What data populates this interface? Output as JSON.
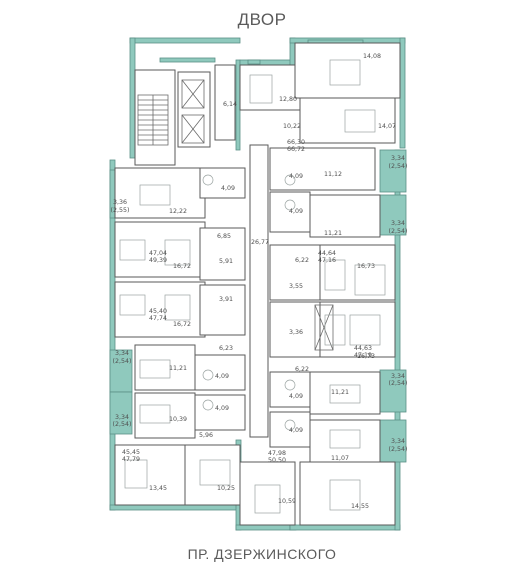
{
  "top_label": "ДВОР",
  "bottom_label": "ПР. ДЗЕРЖИНСКОГО",
  "area_labels": [
    "14,08",
    "12,80",
    "6,14",
    "10,22",
    "14,07",
    "66,30",
    "66,72",
    "3,34",
    "(2,54)",
    "11,12",
    "4,09",
    "3,36",
    "(2,55)",
    "12,22",
    "4,09",
    "3,34",
    "(2,54)",
    "11,21",
    "4,09",
    "6,85",
    "26,77",
    "47,04",
    "49,39",
    "16,72",
    "5,91",
    "6,22",
    "44,64",
    "47,16",
    "16,73",
    "45,40",
    "47,74",
    "16,72",
    "3,91",
    "3,55",
    "3,36",
    "44,63",
    "47,19",
    "16,73",
    "6,23",
    "3,34",
    "(2,54)",
    "11,21",
    "4,09",
    "6,22",
    "3,34",
    "(2,54)",
    "11,21",
    "4,09",
    "3,34",
    "(2,54)",
    "10,39",
    "4,09",
    "4,09",
    "5,96",
    "3,34",
    "(2,54)",
    "45,45",
    "47,79",
    "47,98",
    "50,50",
    "11,07",
    "13,45",
    "10,25",
    "10,59",
    "14,55"
  ]
}
